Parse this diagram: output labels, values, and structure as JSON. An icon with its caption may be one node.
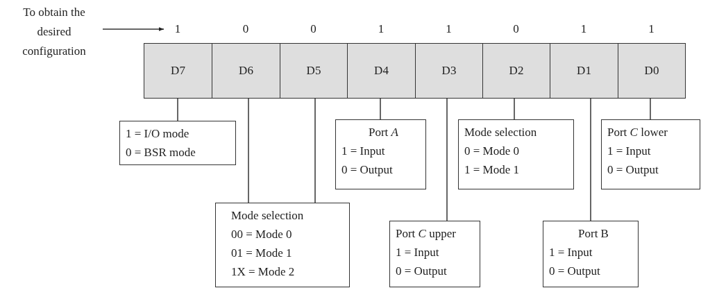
{
  "diagram": {
    "nodes": [
      {
        "text": [
          "To obtain the desired configuration"
        ]
      },
      {
        "text": [
          "1"
        ]
      },
      {
        "text": [
          "0"
        ]
      },
      {
        "text": [
          "0"
        ]
      },
      {
        "text": [
          "1"
        ]
      },
      {
        "text": [
          "1"
        ]
      },
      {
        "text": [
          "0"
        ]
      },
      {
        "text": [
          "1"
        ]
      },
      {
        "text": [
          "1"
        ]
      },
      {
        "text": [
          "D7"
        ]
      },
      {
        "text": [
          "D6"
        ]
      },
      {
        "text": [
          "D5"
        ]
      },
      {
        "text": [
          "D4"
        ]
      },
      {
        "text": [
          "D3"
        ]
      },
      {
        "text": [
          "D2"
        ]
      },
      {
        "text": [
          "D1"
        ]
      },
      {
        "text": [
          "D0"
        ]
      },
      {
        "text": [
          "1 = I/O mode",
          "0 = BSR mode"
        ]
      },
      {
        "text": [
          "Port *A*",
          "1 = Input",
          "0 = Output"
        ]
      },
      {
        "text": [
          "Mode selection",
          "0 = Mode 0",
          "1 = Mode 1"
        ]
      },
      {
        "text": [
          "Port *C* lower",
          "1 = Input",
          "0 = Output"
        ]
      },
      {
        "text": [
          "Mode selection",
          "00 = Mode 0",
          "01 = Mode 1",
          "1X = Mode 2"
        ]
      },
      {
        "text": [
          "Port *C* upper",
          "1 = Input",
          "0 = Output"
        ]
      },
      {
        "text": [
          "Port B",
          "1 = Input",
          "0 = Output"
        ]
      }
    ],
    "edges": [
      {
        "from": 0,
        "to": 1,
        "arrow": "to"
      },
      {
        "from": 9,
        "to": 17,
        "arrow": "none"
      },
      {
        "from": 10,
        "to": 21,
        "arrow": "none"
      },
      {
        "from": 11,
        "to": 21,
        "arrow": "none"
      },
      {
        "from": 12,
        "to": 18,
        "arrow": "none"
      },
      {
        "from": 13,
        "to": 22,
        "arrow": "none"
      },
      {
        "from": 14,
        "to": 19,
        "arrow": "none"
      },
      {
        "from": 15,
        "to": 23,
        "arrow": "none"
      },
      {
        "from": 16,
        "to": 20,
        "arrow": "none"
      }
    ]
  }
}
